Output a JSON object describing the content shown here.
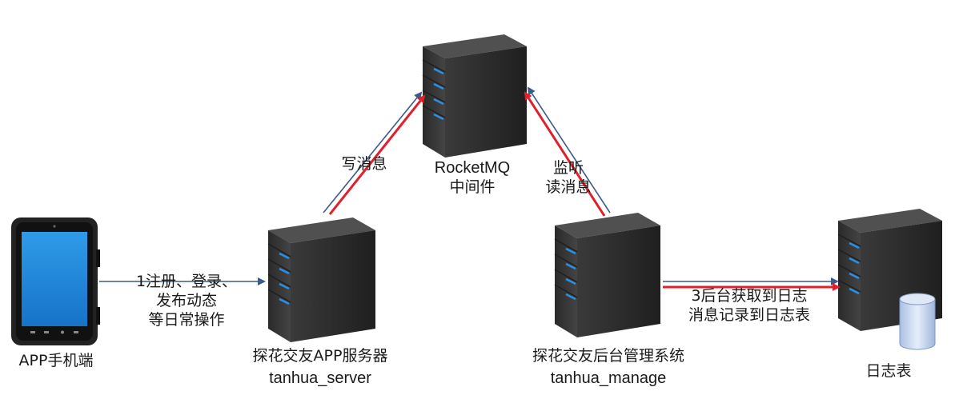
{
  "nodes": {
    "phone": {
      "label": "APP手机端"
    },
    "mq": {
      "title": "RocketMQ",
      "subtitle": "中间件"
    },
    "app_server": {
      "name_cn": "探花交友APP服务器",
      "name_en": "tanhua_server"
    },
    "manage": {
      "name_cn": "探花交友后台管理系统",
      "name_en": "tanhua_manage"
    },
    "log_table": {
      "label": "日志表"
    }
  },
  "edges": {
    "phone_to_server": {
      "line1": "1注册、登录、",
      "line2": "发布动态",
      "line3": "等日常操作"
    },
    "server_to_mq": {
      "label": "写消息"
    },
    "manage_listen": {
      "line1": "监听",
      "line2": "读消息"
    },
    "manage_to_log": {
      "line1": "3后台获取到日志",
      "line2": "消息记录到日志表"
    }
  },
  "colors": {
    "arrow_red": "#e0202a",
    "arrow_blue": "#3a5a8c",
    "server_body": "#2b2b2b",
    "server_light": "#1e88e5",
    "phone_screen": "#1e88d8",
    "db_fill": "#c9d8ef"
  }
}
